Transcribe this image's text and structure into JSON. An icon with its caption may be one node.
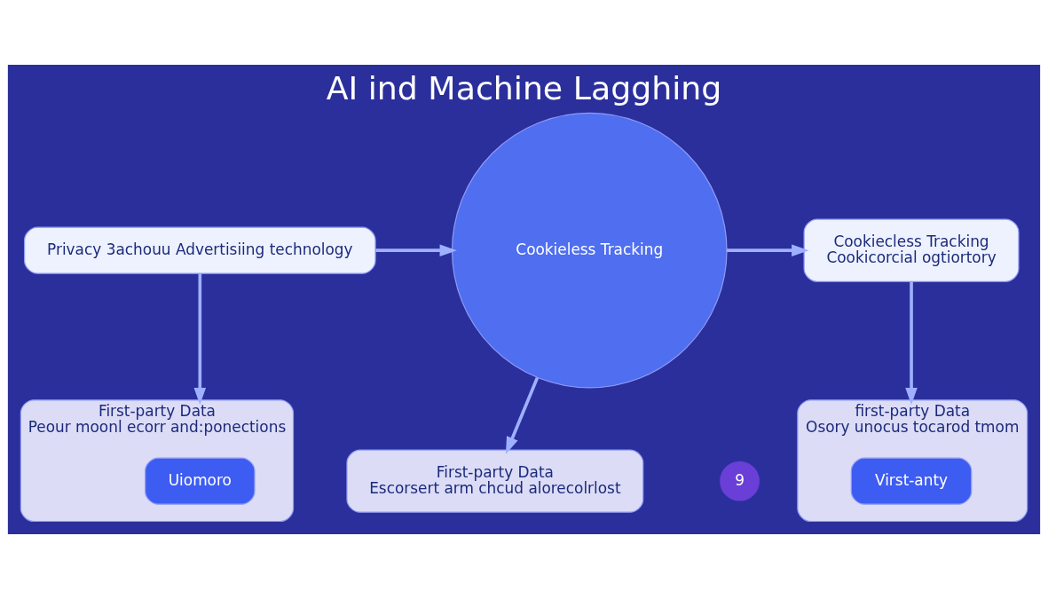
{
  "diagram": {
    "title": "AI ind Machine Lagghing",
    "nodes": [
      {
        "text": [
          "Privacy 3achouu Advertisiing technology"
        ]
      },
      {
        "text": [
          "Cookieless Tracking"
        ]
      },
      {
        "text": [
          "Cookiecless Tracking",
          "Cookicorcial ogtiortory"
        ]
      },
      {
        "text": [
          "First-party Data",
          "Peour moonl ecorr and:ponections"
        ]
      },
      {
        "text": [
          "Uiomoro"
        ],
        "in": 3
      },
      {
        "text": [
          "First-party Data",
          "Escorsert arm chcud alorecolrlost"
        ]
      },
      {
        "text": [
          "first-party Data",
          "Osory unocus tocarod tmom"
        ]
      },
      {
        "text": [
          "Virst-anty"
        ],
        "in": 6
      }
    ],
    "edges": [
      {
        "from": 0,
        "to": 1,
        "arrow": "to"
      },
      {
        "from": 1,
        "to": 2,
        "arrow": "to"
      },
      {
        "from": 0,
        "to": 3,
        "arrow": "to"
      },
      {
        "from": 1,
        "to": 5,
        "arrow": "to"
      },
      {
        "from": 2,
        "to": 6,
        "arrow": "to"
      }
    ],
    "labels": [
      "9"
    ]
  }
}
